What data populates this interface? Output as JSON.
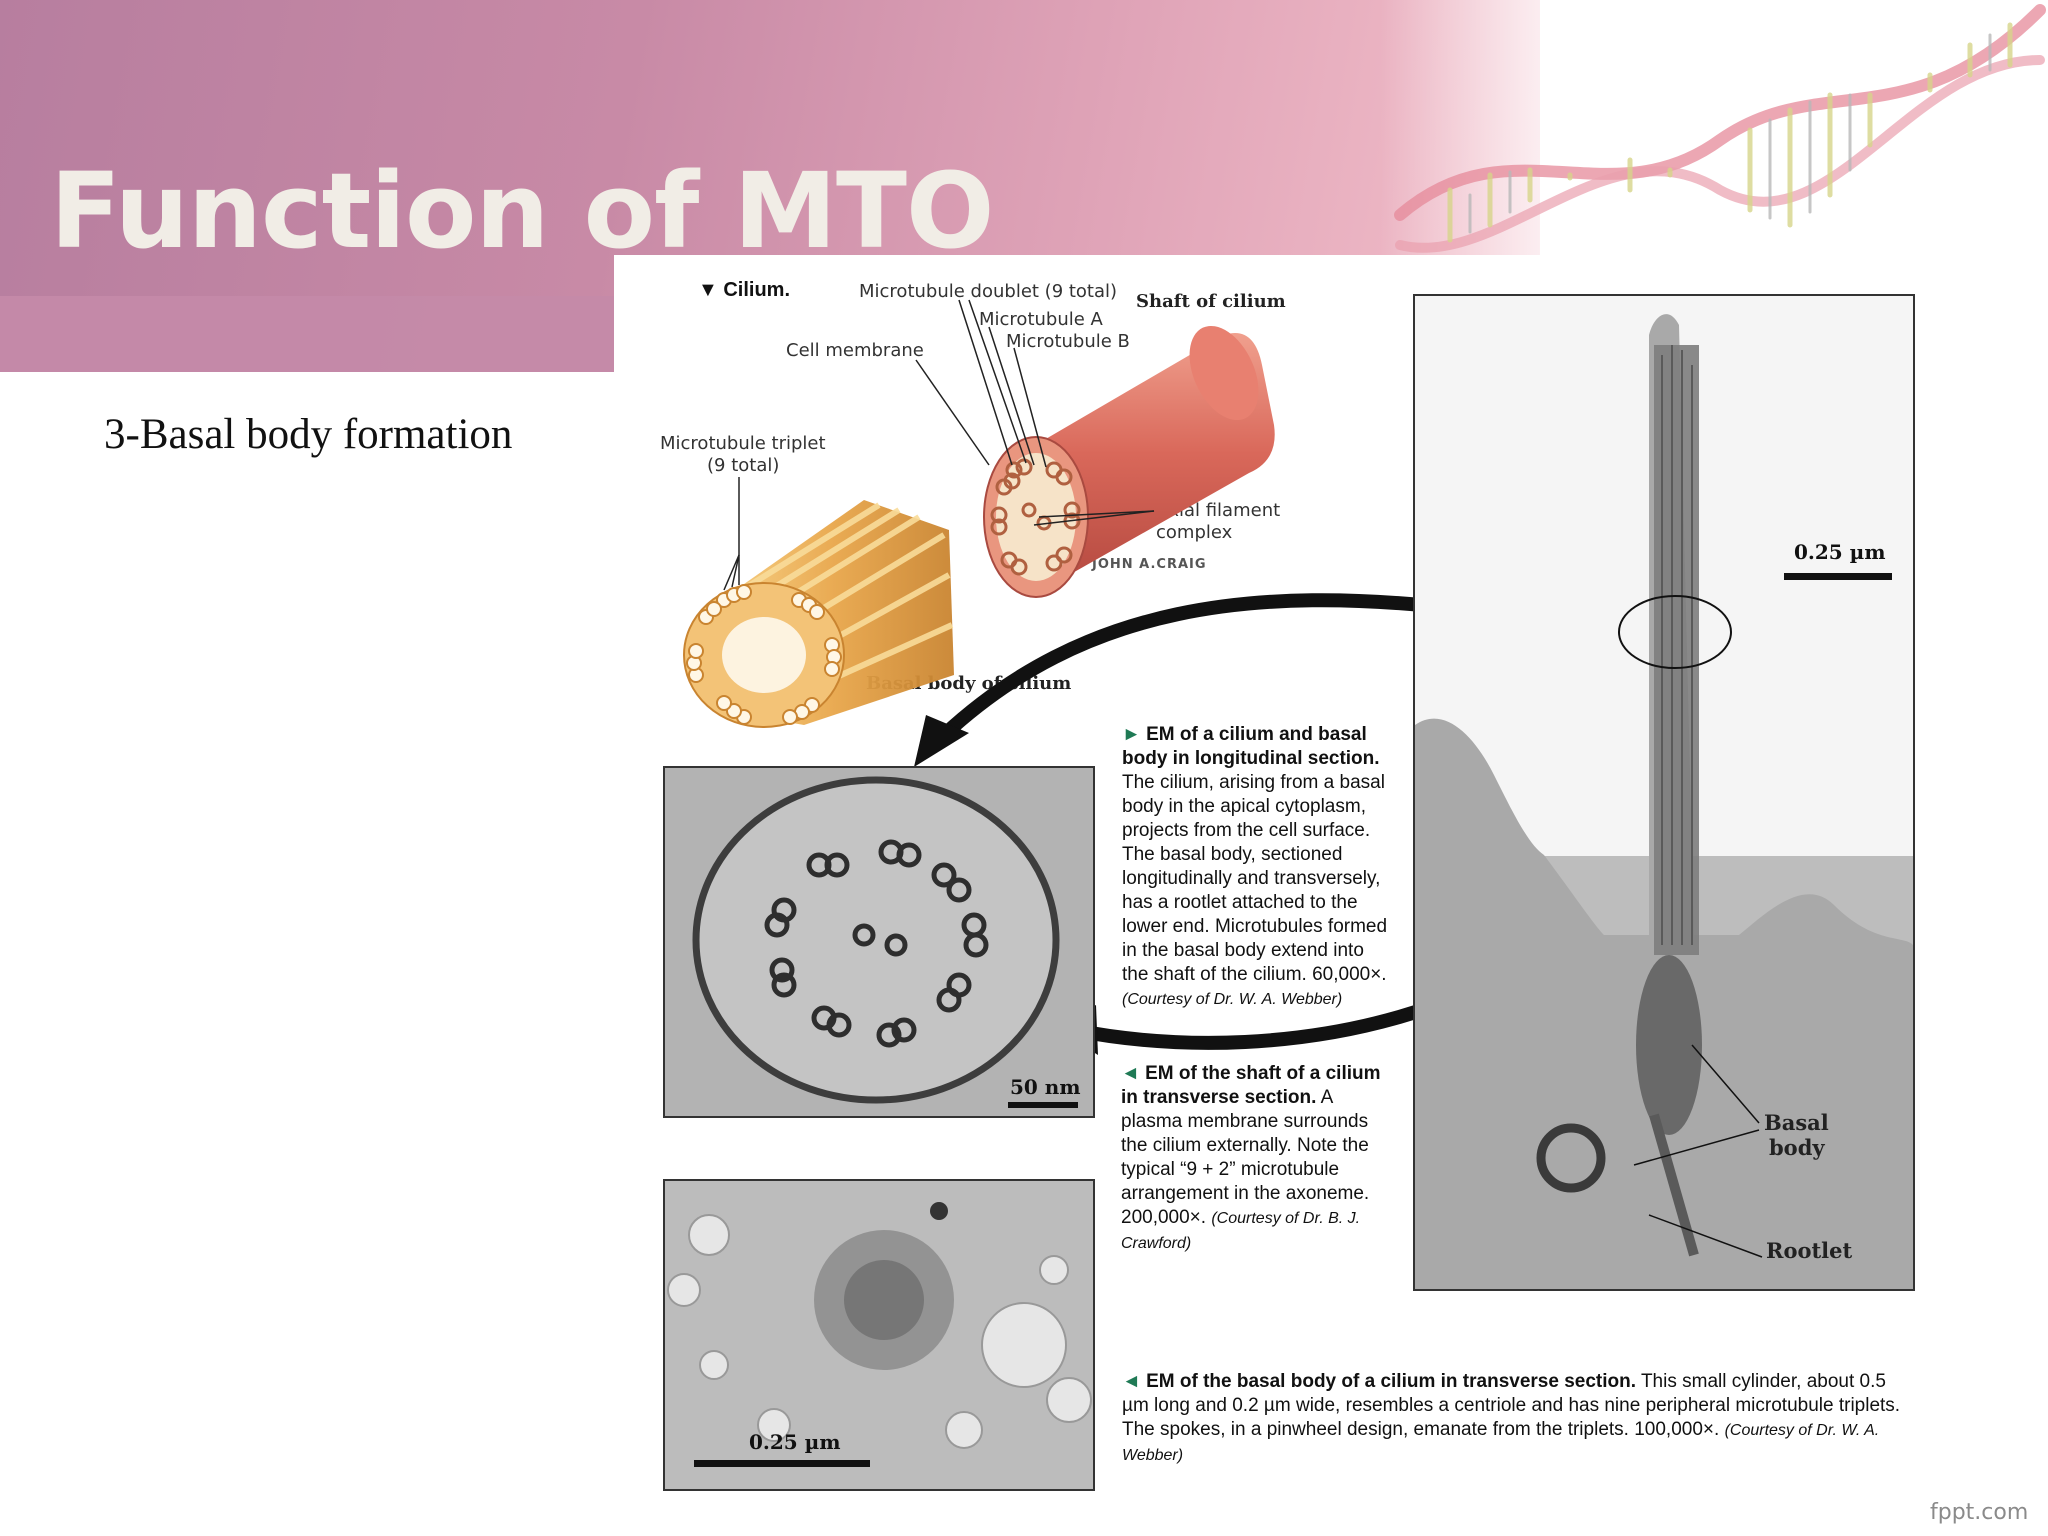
{
  "slide": {
    "title": "Function of MTO",
    "subtitle": "3-Basal body formation",
    "watermark": "fppt.com"
  },
  "figure": {
    "cilium_heading": "▼ Cilium.",
    "labels": {
      "microtubule_doublet": "Microtubule doublet (9 total)",
      "microtubule_a": "Microtubule A",
      "microtubule_b": "Microtubule B",
      "shaft_of_cilium": "Shaft of cilium",
      "cell_membrane": "Cell membrane",
      "microtubule_triplet": "Microtubule triplet",
      "nine_total": "(9 total)",
      "axial_filament": "Axial filament",
      "complex": "complex",
      "artist": "JOHN A.CRAIG",
      "basal_body_of_cilium": "Basal body of cilium",
      "basal": "Basal",
      "body": "body",
      "rootlet": "Rootlet"
    },
    "scales": {
      "longitudinal": "0.25 µm",
      "shaft": "50 nm",
      "basal": "0.25 µm"
    },
    "captions": {
      "longitudinal": {
        "marker": "►",
        "head": "EM of a cilium and basal body in longitudinal section.",
        "body": "The cilium, arising from a basal body in the apical cytoplasm, projects from the cell surface. The basal body, sectioned longitudinally and transversely, has a rootlet attached to the lower end. Microtubules formed in the basal body extend into the shaft of the cilium. 60,000×.",
        "credit": "(Courtesy of Dr. W. A. Webber)"
      },
      "shaft": {
        "marker": "◄",
        "head": "EM of the shaft of a cilium in transverse section.",
        "body": "A plasma membrane surrounds the cilium externally. Note the typical “9 + 2” microtubule arrangement in the axoneme. 200,000×.",
        "credit": "(Courtesy of Dr. B. J. Crawford)"
      },
      "basal": {
        "marker": "◄",
        "head": "EM of the basal body of a cilium in transverse section.",
        "body": "This small cylinder, about 0.5 µm long and 0.2 µm wide, resembles a centriole and has nine peripheral microtubule triplets. The spokes, in a pinwheel design, emanate from the triplets. 100,000×.",
        "credit": "(Courtesy of Dr. W. A. Webber)"
      }
    },
    "colors": {
      "header_pink": "#c88aa6",
      "title_text": "#f1ede6",
      "cilium_red": "#d9685a",
      "basal_gold": "#e8a64a",
      "caption_marker": "#1f7a55"
    }
  }
}
